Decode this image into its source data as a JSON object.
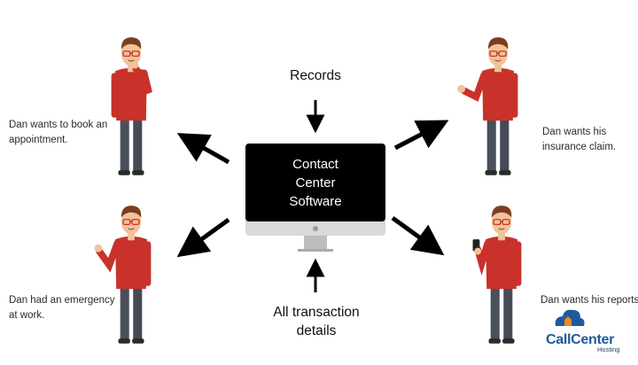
{
  "top_label": "Records",
  "bottom_label": [
    "All transaction",
    "details"
  ],
  "monitor": {
    "lines": [
      "Contact",
      "Center",
      "Software"
    ]
  },
  "scenarios": [
    {
      "lines": [
        "Dan wants to book an",
        "appointment."
      ]
    },
    {
      "lines": [
        "Dan wants his",
        "insurance claim."
      ]
    },
    {
      "lines": [
        "Dan had an emergency",
        "at work."
      ]
    },
    {
      "lines": [
        "Dan wants his reports."
      ]
    }
  ],
  "logo": {
    "part1": "Call",
    "part2": "Center",
    "sub": "Hosting"
  },
  "colors": {
    "shirt": "#c8322a",
    "pants": "#4a4f5c",
    "skin": "#f2c29a",
    "hair": "#7a3f1f",
    "screen": "#000000",
    "bezel": "#d9d9d9",
    "logo_blue": "#1f5aa0",
    "logo_orange": "#f08a1c"
  }
}
